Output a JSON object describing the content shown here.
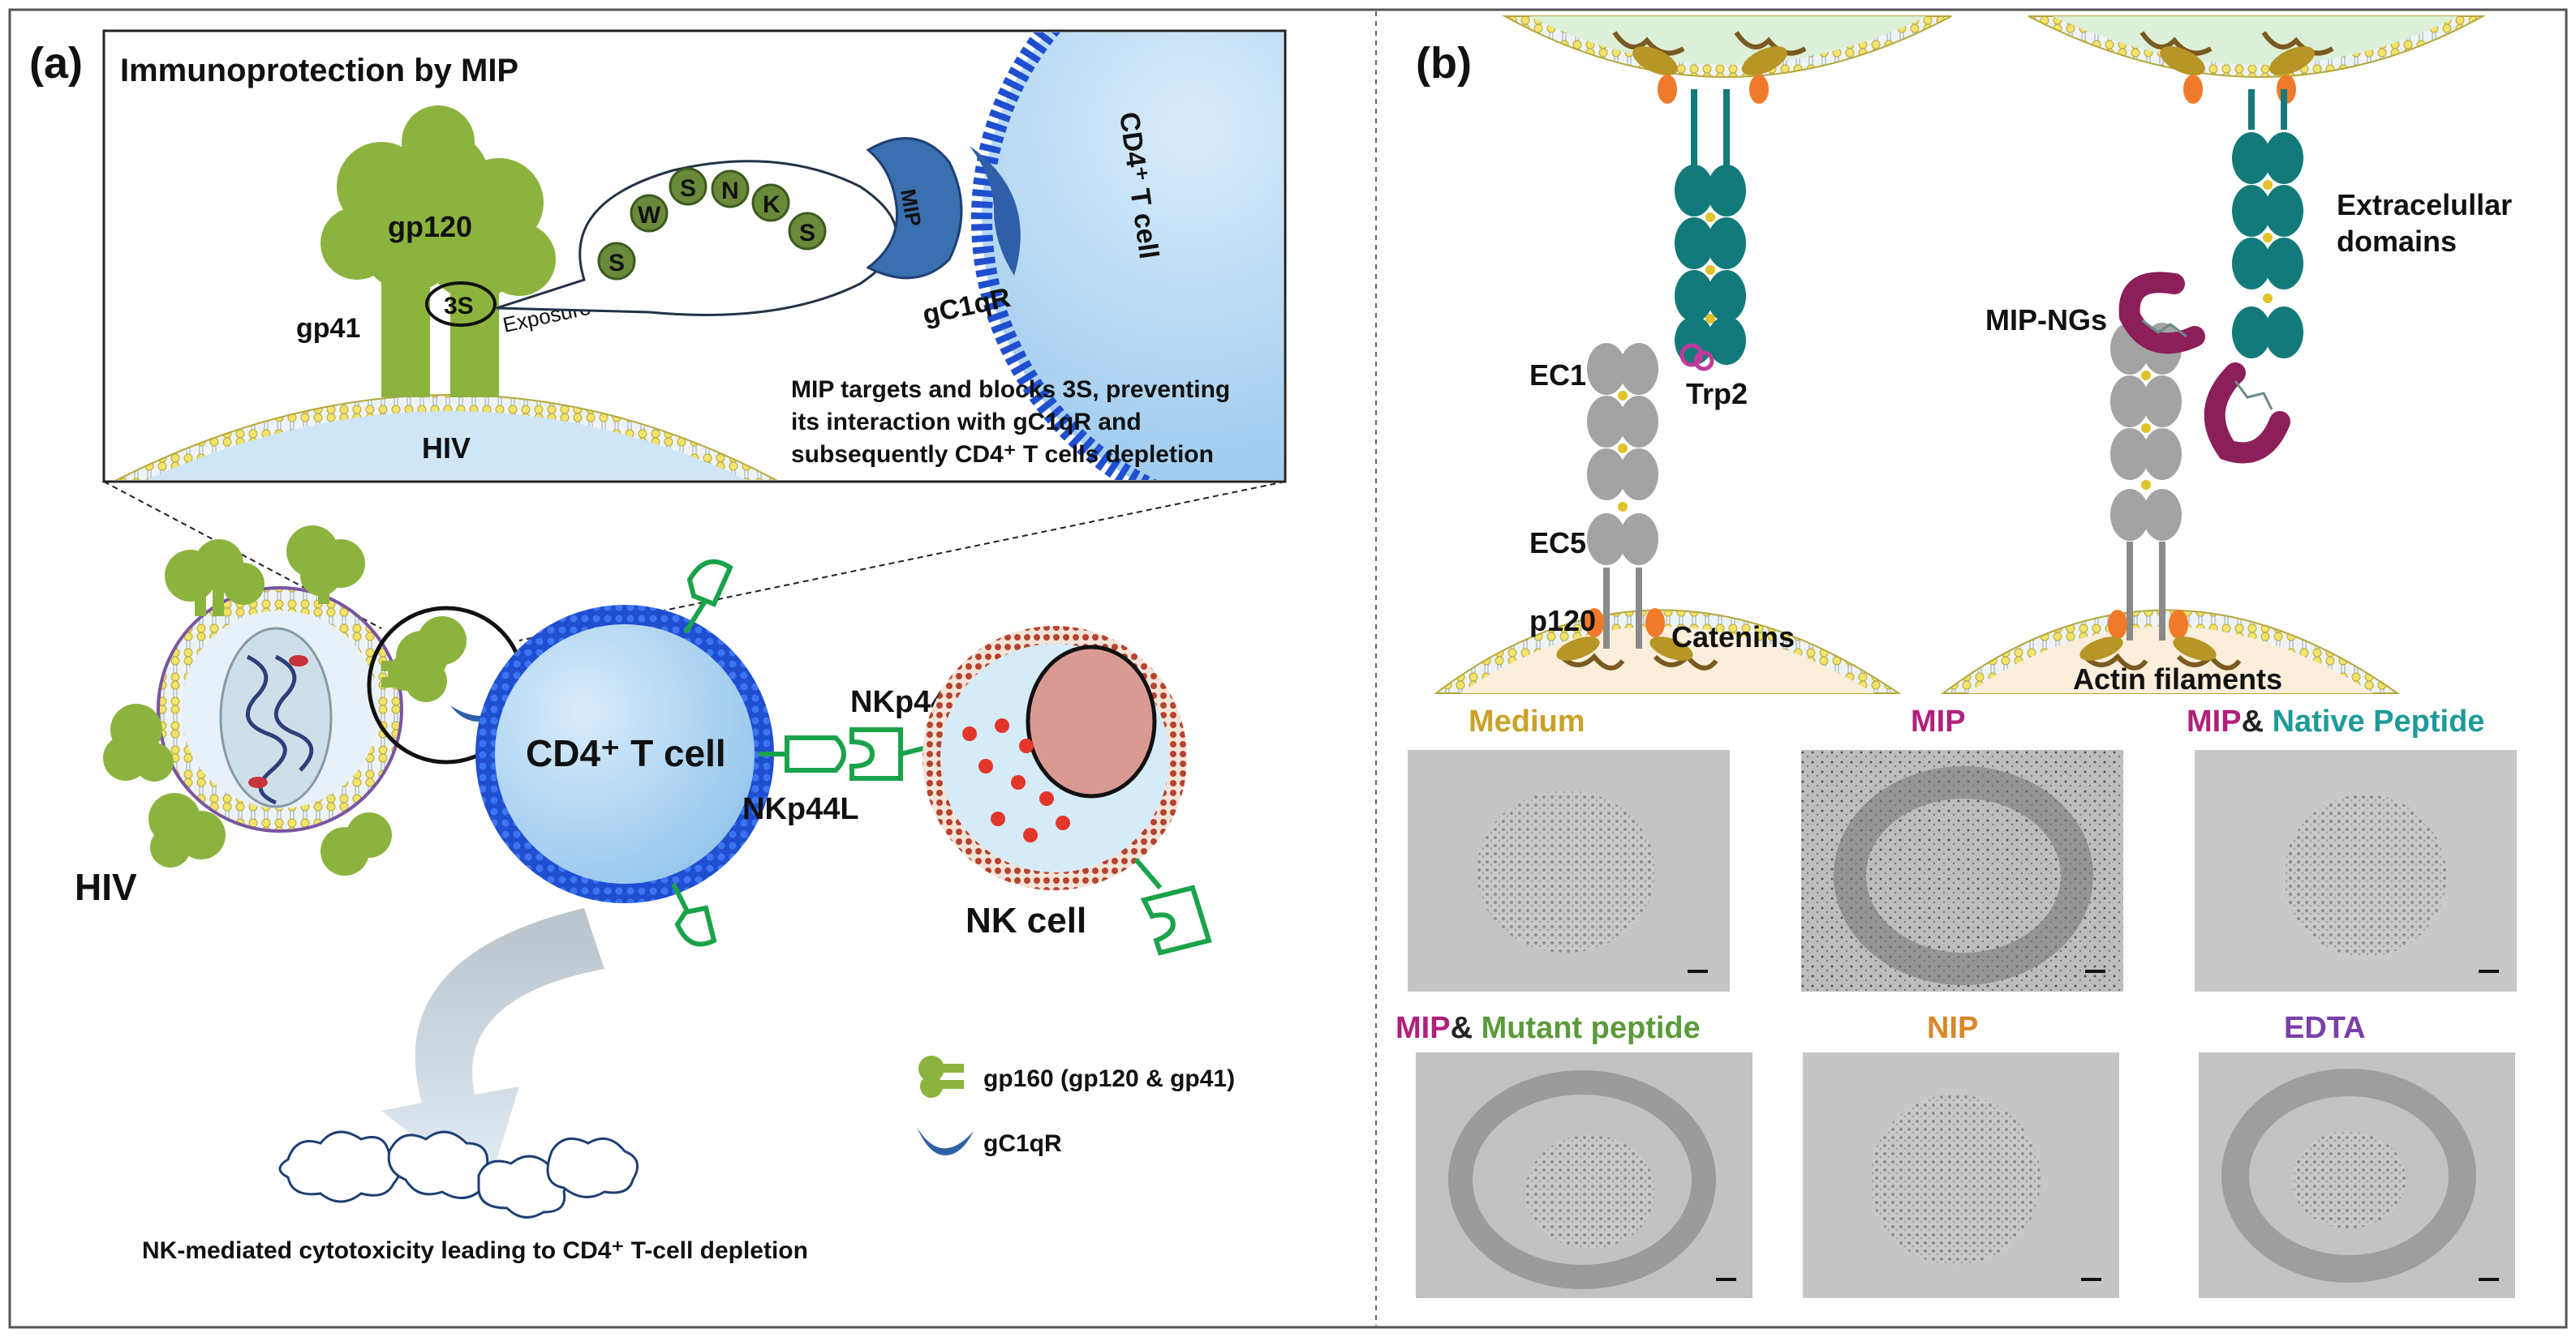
{
  "panel_a": {
    "panel_label": "(a)",
    "inset": {
      "title": "Immunoprotection by MIP",
      "gp120": "gp120",
      "gp41": "gp41",
      "three_s": "3S",
      "exposure": "Exposure",
      "hiv": "HIV",
      "peptide": [
        "S",
        "W",
        "S",
        "N",
        "K",
        "S"
      ],
      "mip": "MIP",
      "gc1qr": "gC1qR",
      "cd4_cell": "CD4⁺ T cell",
      "caption": [
        "MIP targets and blocks 3S, preventing",
        "its interaction with gC1qR and",
        "subsequently CD4⁺ T cells depletion"
      ]
    },
    "main": {
      "hiv": "HIV",
      "cd4_cell": "CD4⁺ T cell",
      "nkp44": "NKp44",
      "nkp44l": "NKp44L",
      "nk_cell": "NK cell",
      "bottom_caption": "NK-mediated cytotoxicity leading to CD4⁺ T-cell depletion"
    },
    "legend": [
      {
        "icon": "gp160-icon",
        "label": "gp160 (gp120 & gp41)"
      },
      {
        "icon": "gc1qr-icon",
        "label": "gC1qR"
      }
    ]
  },
  "panel_b": {
    "panel_label": "(b)",
    "schematic": {
      "ec1": "EC1",
      "trp2": "Trp2",
      "ec5": "EC5",
      "p120": "p120",
      "catenins": "Catenins",
      "mip_ngs": "MIP-NGs",
      "extracellular": [
        "Extracelullar",
        "domains"
      ],
      "actin": "Actin filaments"
    },
    "micrographs": [
      {
        "parts": [
          {
            "text": "Medium",
            "color": "#c9a227"
          }
        ]
      },
      {
        "parts": [
          {
            "text": "MIP",
            "color": "#b0207a"
          }
        ]
      },
      {
        "parts": [
          {
            "text": "MIP",
            "color": "#b0207a"
          },
          {
            "text": "& ",
            "color": "#222222"
          },
          {
            "text": "Native Peptide",
            "color": "#1f9a9a"
          }
        ]
      },
      {
        "parts": [
          {
            "text": "MIP",
            "color": "#b0207a"
          },
          {
            "text": "& ",
            "color": "#222222"
          },
          {
            "text": "Mutant peptide",
            "color": "#5a9a3a"
          }
        ]
      },
      {
        "parts": [
          {
            "text": "NIP",
            "color": "#d9862a"
          }
        ]
      },
      {
        "parts": [
          {
            "text": "EDTA",
            "color": "#7b3fa8"
          }
        ]
      }
    ]
  },
  "colors": {
    "gp_green": "#8db33f",
    "cell_blue": "#9fcdee",
    "membrane_blue": "#1f4fd0",
    "receptor_green": "#1aa34a",
    "nk_red": "#b5432f",
    "teal": "#137a7a",
    "magenta": "#8c1e5a"
  }
}
